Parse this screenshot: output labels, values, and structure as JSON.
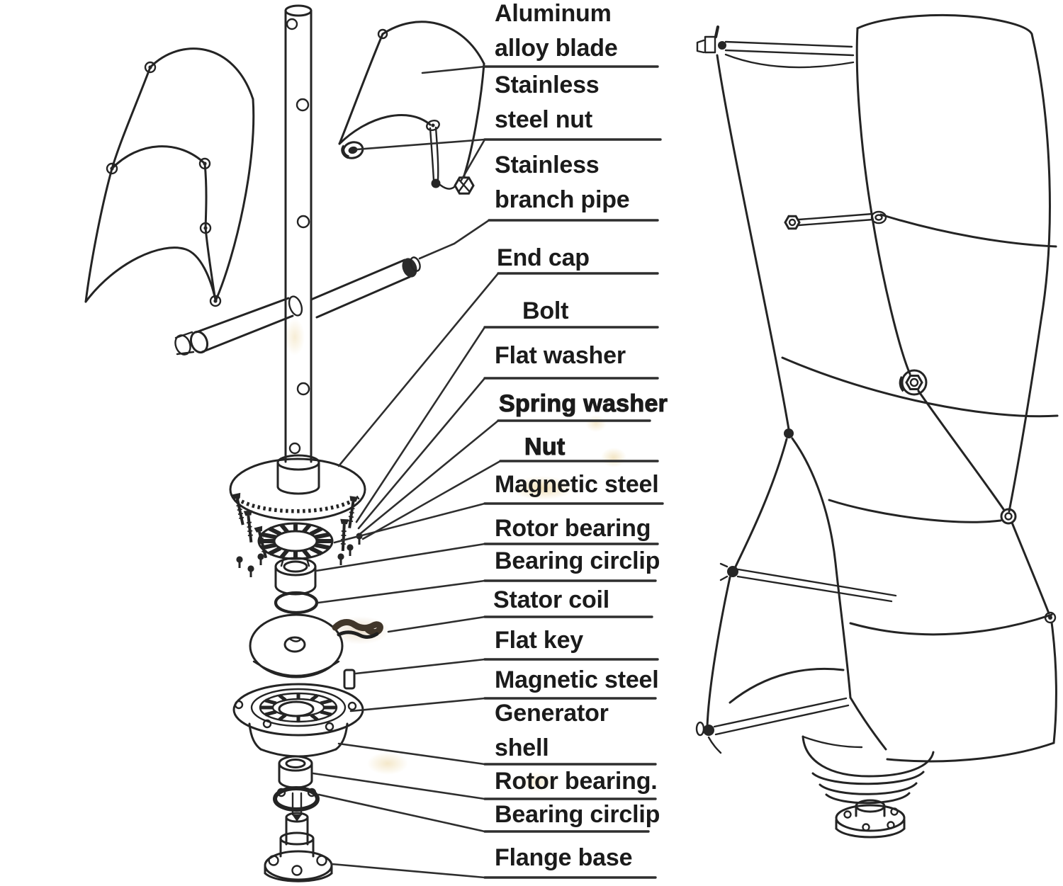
{
  "page": {
    "background_color": "#ffffff",
    "ink_color": "#242424",
    "stain_color": "#d8ac40"
  },
  "diagram": {
    "type": "exploded parts diagram",
    "subject": "vertical axis wind turbine",
    "labels": [
      {
        "id": "aluminum-alloy-blade",
        "text": "Aluminum alloy blade",
        "emphasis": false
      },
      {
        "id": "stainless-steel-nut",
        "text": "Stainless steel nut",
        "emphasis": false
      },
      {
        "id": "stainless-branch-pipe",
        "text": "Stainless branch pipe",
        "emphasis": false
      },
      {
        "id": "end-cap",
        "text": "End cap",
        "emphasis": false
      },
      {
        "id": "bolt",
        "text": "Bolt",
        "emphasis": false
      },
      {
        "id": "flat-washer",
        "text": "Flat washer",
        "emphasis": false
      },
      {
        "id": "spring-washer",
        "text": "Spring washer",
        "emphasis": true
      },
      {
        "id": "nut",
        "text": "Nut",
        "emphasis": true
      },
      {
        "id": "magnetic-steel-upper",
        "text": "Magnetic steel",
        "emphasis": false
      },
      {
        "id": "rotor-bearing-upper",
        "text": "Rotor bearing",
        "emphasis": false
      },
      {
        "id": "bearing-circlip-upper",
        "text": "Bearing circlip",
        "emphasis": false
      },
      {
        "id": "stator-coil",
        "text": "Stator coil",
        "emphasis": false
      },
      {
        "id": "flat-key",
        "text": "Flat key",
        "emphasis": false
      },
      {
        "id": "magnetic-steel-lower",
        "text": "Magnetic steel",
        "emphasis": false
      },
      {
        "id": "generator-shell",
        "text": "Generator shell",
        "emphasis": false
      },
      {
        "id": "rotor-bearing-lower",
        "text": "Rotor bearing.",
        "emphasis": false
      },
      {
        "id": "bearing-circlip-lower",
        "text": "Bearing circlip",
        "emphasis": false
      },
      {
        "id": "flange-base",
        "text": "Flange base",
        "emphasis": false
      }
    ]
  }
}
